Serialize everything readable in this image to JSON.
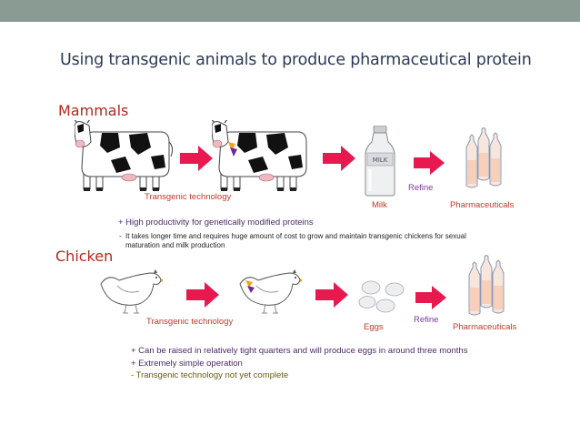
{
  "title": "Using transgenic animals to produce pharmaceutical protein",
  "mammals": {
    "heading": "Mammals",
    "transgenic_label": "Transgenic technology",
    "milk_label": "Milk",
    "bottle_text": "MILK",
    "refine_label": "Refine",
    "pharma_label": "Pharmaceuticals",
    "pro": "+ High productivity for genetically modified proteins",
    "con_marker": "-",
    "con": "It takes longer time and requires huge amount of cost to grow and maintain transgenic chickens for sexual maturation and milk production"
  },
  "chicken": {
    "heading": "Chicken",
    "transgenic_label": "Transgenic technology",
    "eggs_label": "Eggs",
    "refine_label": "Refine",
    "pharma_label": "Pharmaceuticals",
    "bullets": [
      "+ Can be raised in relatively tight quarters and will produce eggs in around three months",
      "+ Extremely simple operation",
      "- Transgenic technology not yet complete"
    ]
  },
  "colors": {
    "topbar": "#8a9b93",
    "arrow": "#e8194f",
    "heading": "#b1281e"
  }
}
